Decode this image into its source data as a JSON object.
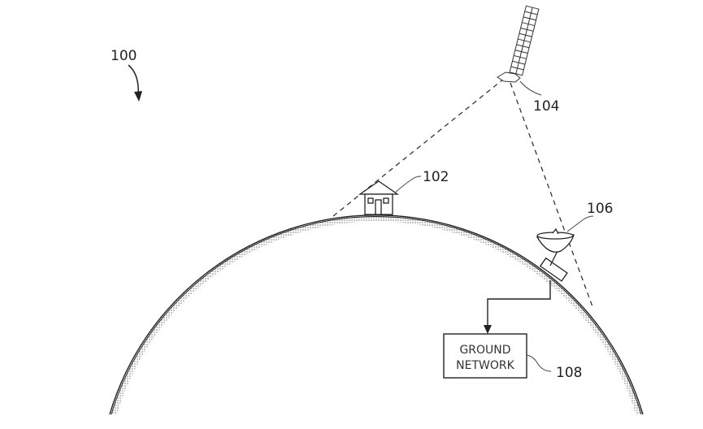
{
  "figure": {
    "system_ref": "100",
    "terminal_ref": "102",
    "satellite_ref": "104",
    "gateway_ref": "106",
    "ground_network_ref": "108",
    "ground_network_label_line1": "GROUND",
    "ground_network_label_line2": "NETWORK"
  }
}
